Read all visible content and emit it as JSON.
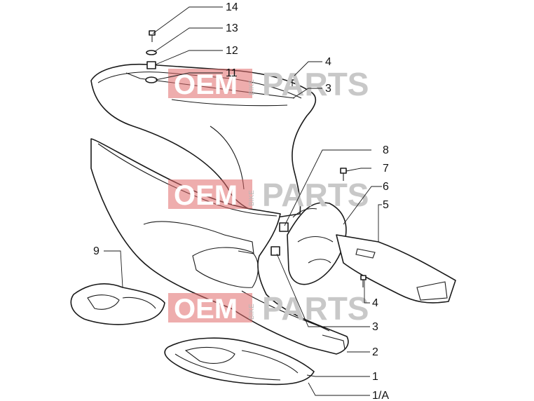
{
  "callouts": [
    {
      "id": "c14",
      "label": "14"
    },
    {
      "id": "c13",
      "label": "13"
    },
    {
      "id": "c12",
      "label": "12"
    },
    {
      "id": "c11",
      "label": "11"
    },
    {
      "id": "c4a",
      "label": "4"
    },
    {
      "id": "c3a",
      "label": "3"
    },
    {
      "id": "c8",
      "label": "8"
    },
    {
      "id": "c7",
      "label": "7"
    },
    {
      "id": "c6",
      "label": "6"
    },
    {
      "id": "c5",
      "label": "5"
    },
    {
      "id": "c9",
      "label": "9"
    },
    {
      "id": "c4b",
      "label": "4"
    },
    {
      "id": "c3b",
      "label": "3"
    },
    {
      "id": "c2",
      "label": "2"
    },
    {
      "id": "c1",
      "label": "1"
    },
    {
      "id": "c1a",
      "label": "1/A"
    }
  ],
  "watermark": {
    "brand_left": "OEM",
    "brand_small": "BIKE",
    "brand_right": "PARTS",
    "box_color": "#e06a6a"
  },
  "colors": {
    "line": "#1a1a1a",
    "background": "#ffffff"
  }
}
